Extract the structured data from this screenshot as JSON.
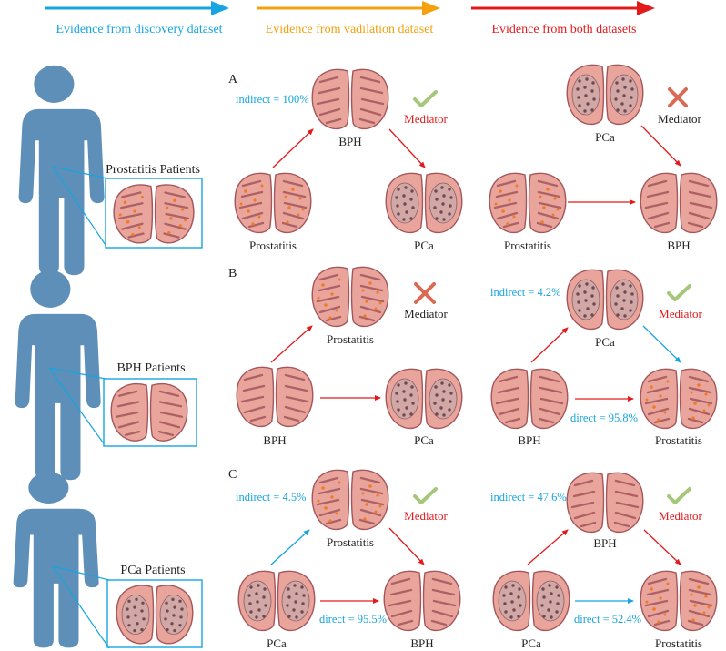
{
  "legend": {
    "discovery": "Evidence from discovery dataset",
    "validation": "Evidence from vadilation dataset",
    "both": "Evidence from both datasets"
  },
  "colors": {
    "blue": "#16a5e0",
    "orange": "#f5a00d",
    "red": "#e31a1c",
    "person": "#5e8fb8",
    "prostate_fill": "#e9a59c",
    "prostate_stroke": "#a4565b",
    "check": "#a6c77a",
    "cross": "#d96b55"
  },
  "patients": {
    "prostatitis": "Prostatitis Patients",
    "bph": "BPH Patients",
    "pca": "PCa Patients"
  },
  "panels": {
    "A": {
      "label": "A",
      "left": {
        "indirect": "indirect = 100%",
        "status": "Mediator",
        "top": "BPH",
        "bl": "Prostatitis",
        "br": "PCa"
      },
      "right": {
        "status": "Mediator",
        "top": "PCa",
        "bl": "Prostatitis",
        "br": "BPH"
      }
    },
    "B": {
      "label": "B",
      "left": {
        "status": "Mediator",
        "top": "Prostatitis",
        "bl": "BPH",
        "br": "PCa"
      },
      "right": {
        "indirect": "indirect = 4.2%",
        "direct": "direct = 95.8%",
        "status": "Mediator",
        "top": "PCa",
        "bl": "BPH",
        "br": "Prostatitis"
      }
    },
    "C": {
      "label": "C",
      "left": {
        "indirect": "indirect = 4.5%",
        "direct": "direct = 95.5%",
        "status": "Mediator",
        "top": "Prostatitis",
        "bl": "PCa",
        "br": "BPH"
      },
      "right": {
        "indirect": "indirect = 47.6%",
        "direct": "direct = 52.4%",
        "status": "Mediator",
        "top": "BPH",
        "bl": "PCa",
        "br": "Prostatitis"
      }
    }
  }
}
